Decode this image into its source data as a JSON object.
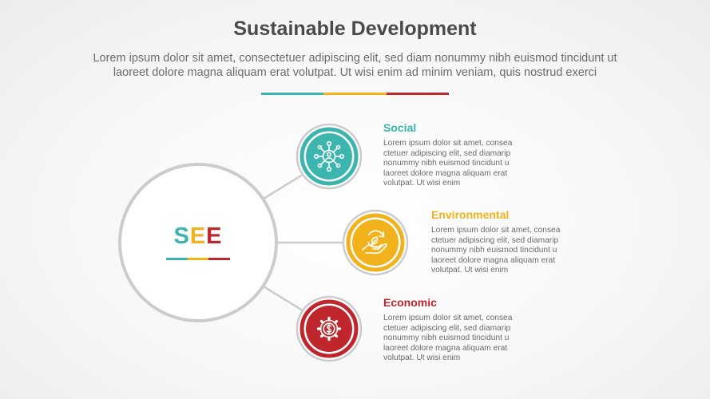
{
  "title": "Sustainable Development",
  "subtitle_line1": "Lorem ipsum dolor sit amet, consectetuer adipiscing elit, sed diam nonummy nibh euismod tincidunt ut",
  "subtitle_line2": "laoreet dolore magna aliquam erat volutpat. Ut wisi enim ad minim veniam, quis nostrud exerci",
  "hub": {
    "letters": [
      "S",
      "E",
      "E"
    ]
  },
  "colors": {
    "teal": "#3bb5ad",
    "yellow": "#f2b21c",
    "red": "#c0272d",
    "ring": "#cccccc",
    "text": "#4a4a4a"
  },
  "items": [
    {
      "heading": "Social",
      "icon": "network-people-icon",
      "desc": [
        "Lorem ipsum dolor sit amet, consea",
        "ctetuer adipiscing elit, sed diamarip",
        "nonummy nibh euismod tincidunt u",
        "laoreet dolore magna aliquam erat",
        "volutpat. Ut wisi enim"
      ]
    },
    {
      "heading": "Environmental",
      "icon": "hand-leaf-icon",
      "desc": [
        "Lorem ipsum dolor sit amet, consea",
        "ctetuer adipiscing elit, sed diamarip",
        "nonummy nibh euismod tincidunt u",
        "laoreet dolore magna aliquam erat",
        "volutpat. Ut wisi enim"
      ]
    },
    {
      "heading": "Economic",
      "icon": "gear-dollar-icon",
      "desc": [
        "Lorem ipsum dolor sit amet, consea",
        "ctetuer adipiscing elit, sed diamarip",
        "nonummy nibh euismod tincidunt u",
        "laoreet dolore magna aliquam erat",
        "volutpat. Ut wisi enim"
      ]
    }
  ]
}
